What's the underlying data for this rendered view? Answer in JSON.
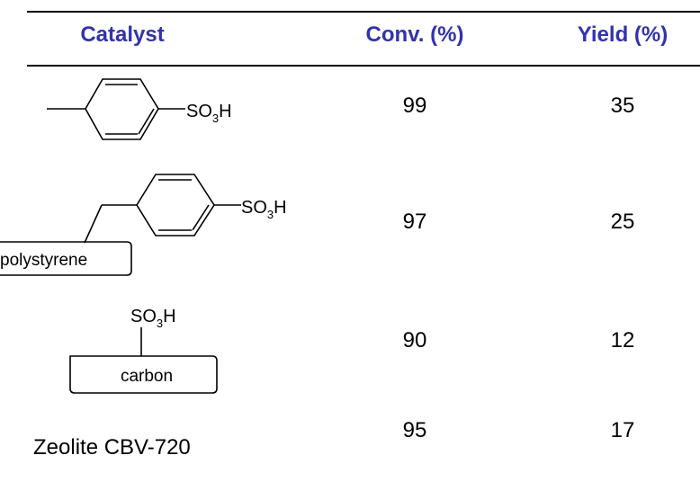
{
  "table": {
    "headers": {
      "catalyst": "Catalyst",
      "conversion": "Conv. (%)",
      "yield": "Yield (%)"
    },
    "rows": [
      {
        "catalyst_substituent": "SO",
        "catalyst_subscript": "3",
        "catalyst_suffix": "H",
        "conversion": "99",
        "yield": "35"
      },
      {
        "catalyst_substituent": "SO",
        "catalyst_subscript": "3",
        "catalyst_suffix": "H",
        "catalyst_support": "polystyrene",
        "conversion": "97",
        "yield": "25"
      },
      {
        "catalyst_substituent": "SO",
        "catalyst_subscript": "3",
        "catalyst_suffix": "H",
        "catalyst_support": "carbon",
        "conversion": "90",
        "yield": "12"
      },
      {
        "catalyst_name": "Zeolite CBV-720",
        "conversion": "95",
        "yield": "17"
      }
    ]
  },
  "colors": {
    "header_text": "#3333aa",
    "body_text": "#000000",
    "rule": "#000000"
  }
}
